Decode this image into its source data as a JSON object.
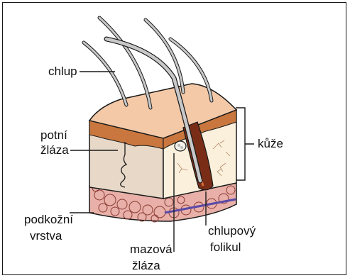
{
  "labels": {
    "hair": "chlup",
    "sweat_gland_1": "potní",
    "sweat_gland_2": "žláza",
    "skin": "kůže",
    "subcutaneous_1": "podkožní",
    "subcutaneous_2": "vrstva",
    "sebaceous_1": "mazová",
    "sebaceous_2": "žláza",
    "follicle_1": "chlupový",
    "follicle_2": "folikul"
  },
  "colors": {
    "epidermis_top": "#f3c9a8",
    "epidermis_edge": "#c9773e",
    "dermis": "#faf0dc",
    "dermis_shadow": "#e7d8c8",
    "fat": "#e8b0a8",
    "hair": "#c8c8c8",
    "follicle": "#7a2d16",
    "blood_vessel": "#5a4aa8",
    "outline": "#1a1a1a"
  }
}
